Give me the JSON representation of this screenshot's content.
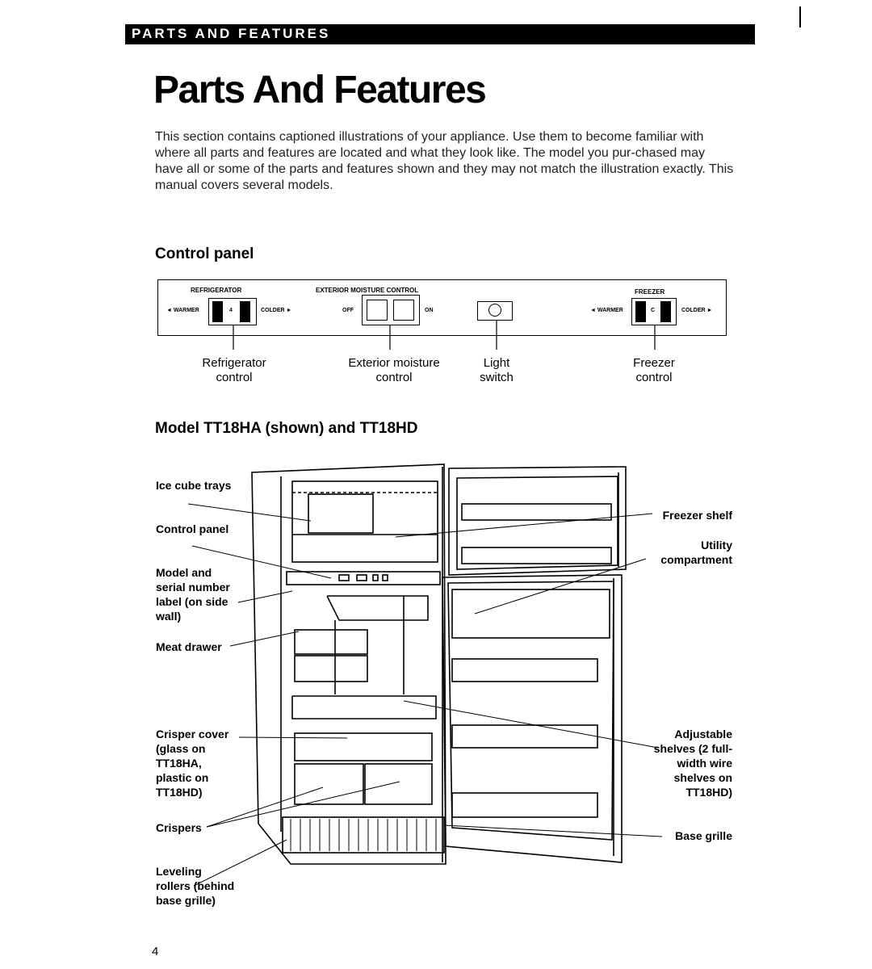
{
  "header": {
    "banner": "PARTS AND FEATURES"
  },
  "title": "Parts And Features",
  "intro": "This section contains captioned illustrations of your appliance. Use them to become familiar with where all parts and features are located and what they look like. The model you pur-chased may have all or some of the parts and features shown and they may not match the illustration exactly. This manual covers several models.",
  "control_panel": {
    "heading": "Control panel",
    "refrigerator_heading": "REFRIGERATOR",
    "moisture_heading": "EXTERIOR MOISTURE CONTROL",
    "freezer_heading": "FREEZER",
    "ref_warmer": "◄ WARMER",
    "ref_colder": "COLDER ►",
    "ref_setting": "4",
    "off": "OFF",
    "on": "ON",
    "frz_warmer": "◄ WARMER",
    "frz_colder": "COLDER ►",
    "frz_setting": "C",
    "captions": {
      "refrigerator": "Refrigerator control",
      "moisture": "Exterior moisture control",
      "light": "Light switch",
      "freezer": "Freezer control"
    }
  },
  "model": {
    "heading": "Model TT18HA (shown) and TT18HD",
    "labels_left": {
      "ice": "Ice cube trays",
      "control": "Control panel",
      "model_serial": "Model and serial number label (on side wall)",
      "meat": "Meat drawer",
      "crisper_cover": "Crisper cover (glass on TT18HA, plastic on TT18HD)",
      "crispers": "Crispers",
      "leveling": "Leveling rollers (behind base grille)"
    },
    "labels_right": {
      "freezer_shelf": "Freezer shelf",
      "utility": "Utility compartment",
      "adjustable": "Adjustable shelves (2 full-width wire shelves on TT18HD)",
      "base_grille": "Base grille"
    }
  },
  "page_number": "4"
}
